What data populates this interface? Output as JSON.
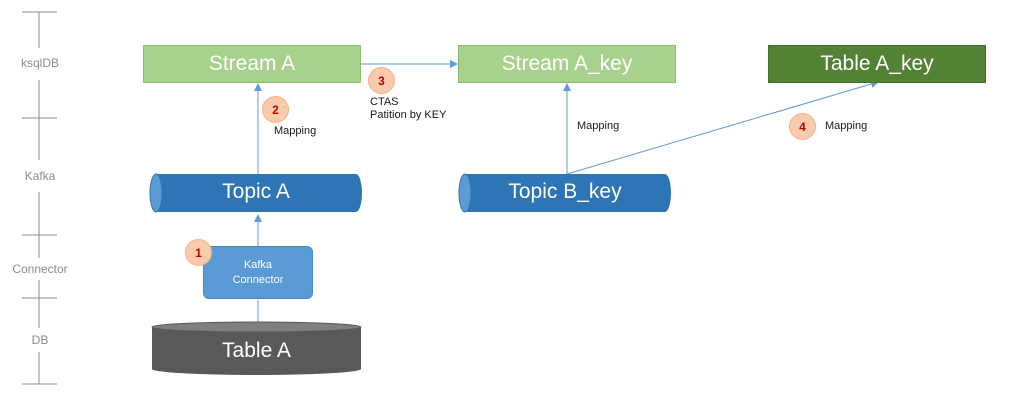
{
  "lanes": [
    "ksqlDB",
    "Kafka",
    "Connector",
    "DB"
  ],
  "nodes": {
    "stream_a": "Stream A",
    "stream_a_key": "Stream A_key",
    "table_a_key": "Table A_key",
    "topic_a": "Topic A",
    "topic_b_key": "Topic B_key",
    "kafka_connector": [
      "Kafka",
      "Connector"
    ],
    "table_a": "Table A"
  },
  "steps": {
    "step1": "1",
    "step2": "2",
    "step3": "3",
    "step4": "4"
  },
  "annotations": {
    "mapping_a": "Mapping",
    "ctas": "CTAS",
    "partition": "Patition by KEY",
    "mapping_b": "Mapping",
    "mapping_table": "Mapping"
  },
  "colors": {
    "stream_fill": "#a9d18e",
    "table_fill": "#548235",
    "topic_fill": "#2e75b6",
    "connector_fill": "#5b9bd5",
    "db_fill": "#595959",
    "arrow": "#5b9bd5",
    "badge_fill": "#f8cbad",
    "badge_text": "#c00000"
  }
}
